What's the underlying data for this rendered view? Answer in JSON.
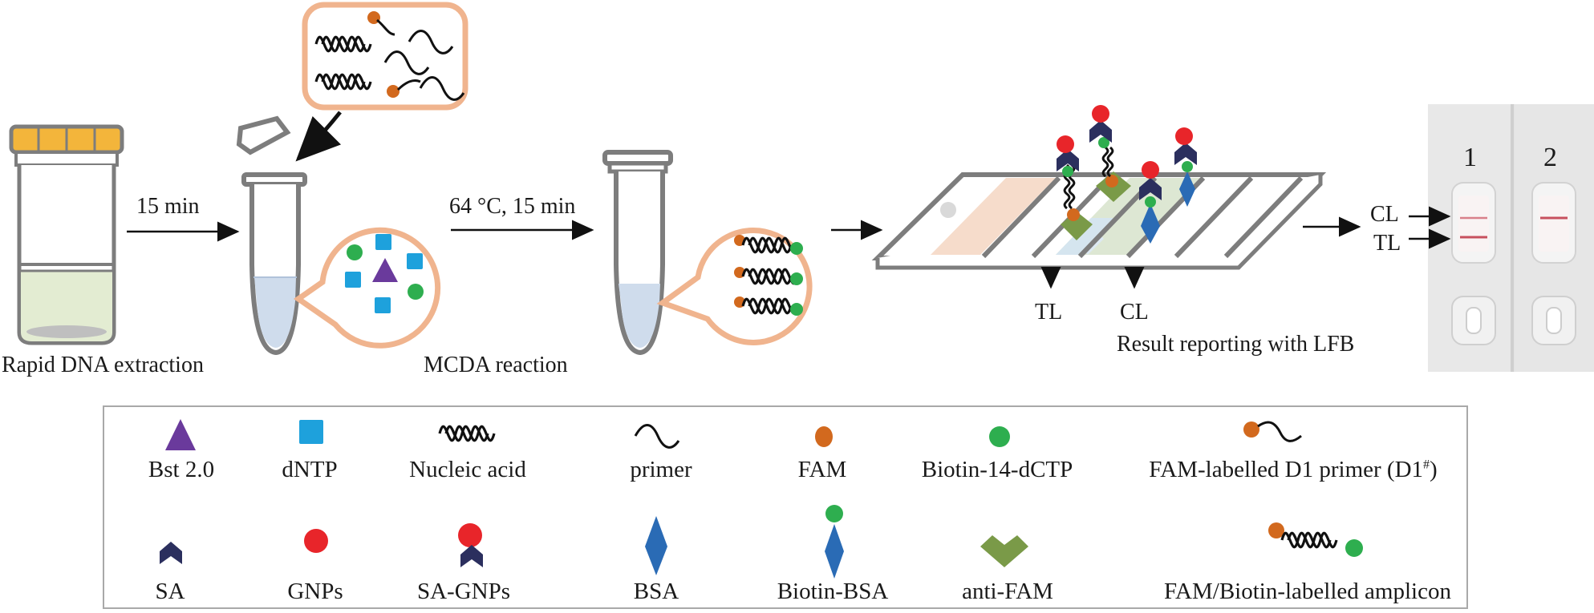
{
  "steps": {
    "extraction": "Rapid DNA extraction",
    "time1": "15 min",
    "condition": "64 °C, 15 min",
    "mcda": "MCDA reaction",
    "lfb": "Result reporting with LFB",
    "tl": "TL",
    "cl": "CL"
  },
  "photo": {
    "strip1": "1",
    "strip2": "2",
    "cl": "CL",
    "tl": "TL"
  },
  "legend": {
    "bst": "Bst 2.0",
    "dntp": "dNTP",
    "nucleic": "Nucleic acid",
    "primer": "primer",
    "fam": "FAM",
    "biotin": "Biotin-14-dCTP",
    "fam_primer": "FAM-labelled D1 primer (D1",
    "fam_primer_sup": "#",
    "fam_primer_end": ")",
    "sa": "SA",
    "gnps": "GNPs",
    "sa_gnps": "SA-GNPs",
    "bsa": "BSA",
    "biotin_bsa": "Biotin-BSA",
    "anti_fam": "anti-FAM",
    "amplicon": "FAM/Biotin-labelled amplicon"
  },
  "colors": {
    "fam": "#d2691e",
    "biotin": "#2eae4f",
    "dntp": "#1ea1dc",
    "bst": "#6a3a9c",
    "sa": "#2b2f5e",
    "gnps": "#e8252a",
    "bsa": "#2a6bb5",
    "anti_fam": "#7a9a48",
    "bubble": "#f0b48e",
    "cap": "#f3b53b"
  }
}
